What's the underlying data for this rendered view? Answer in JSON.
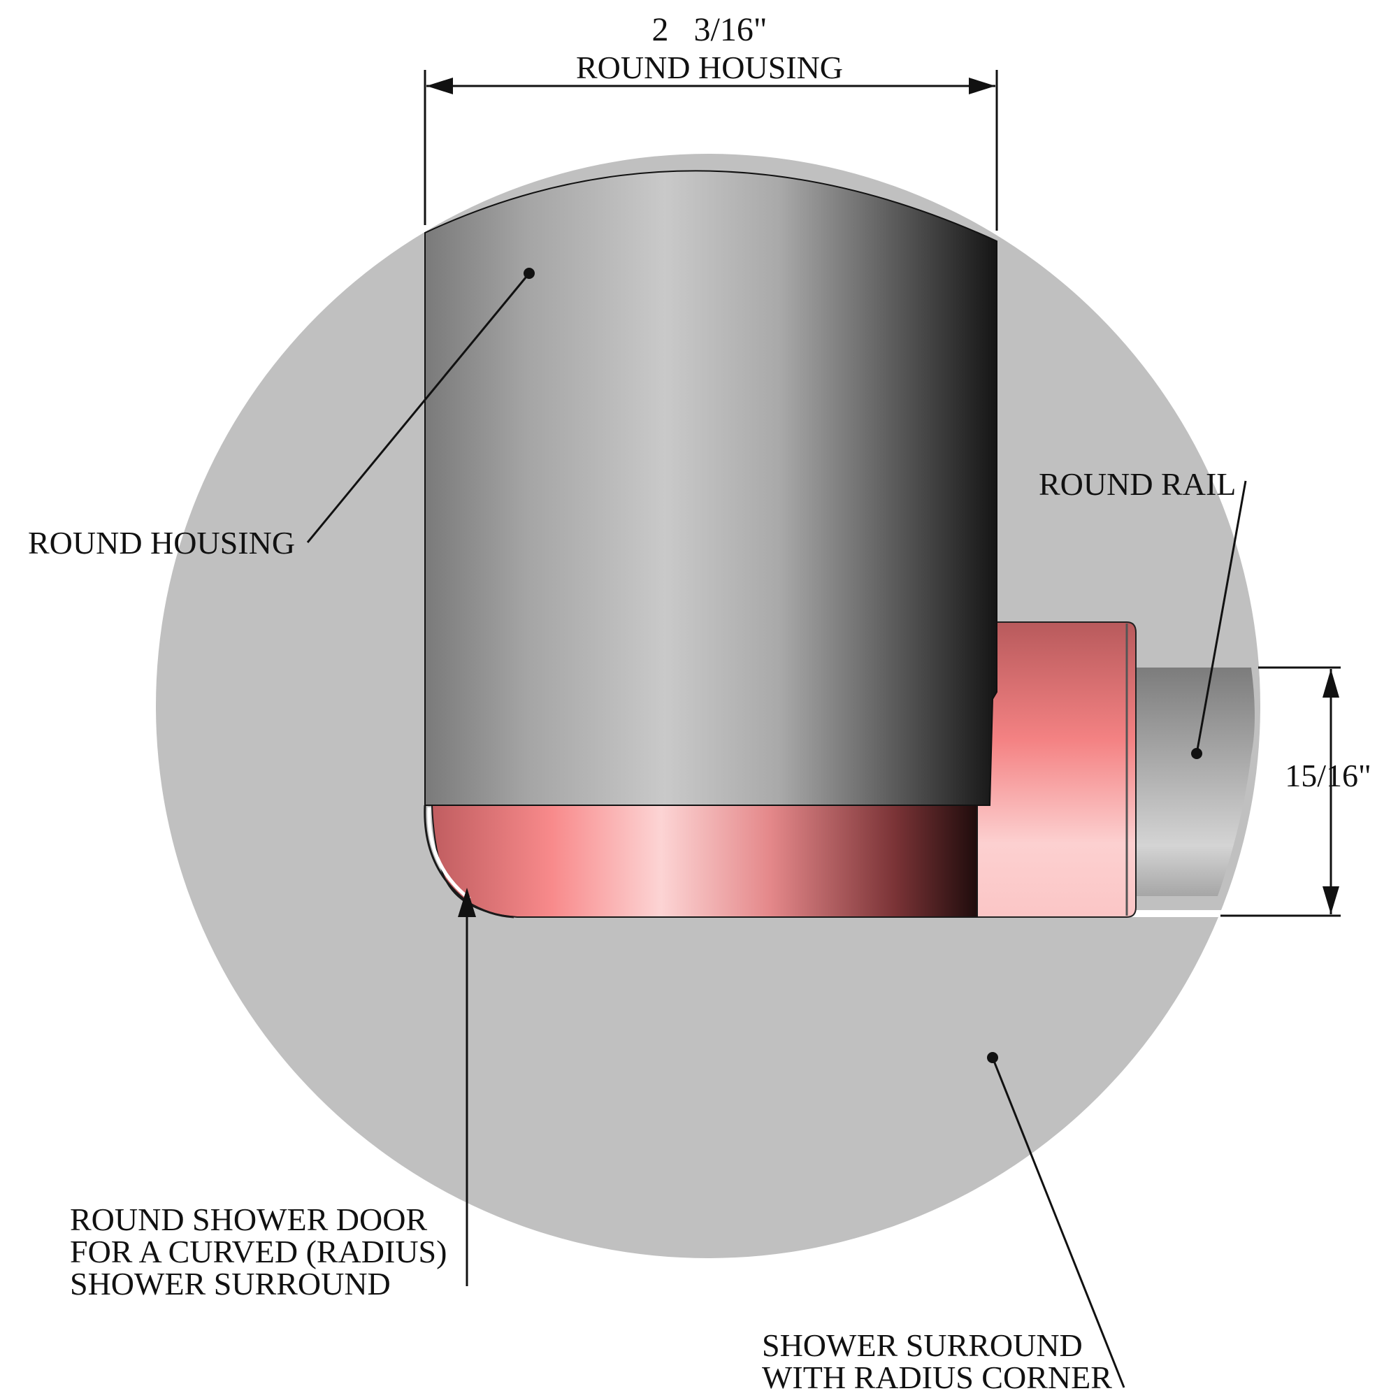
{
  "dimensions": {
    "width_value": "2   3/16\"",
    "width_label": "ROUND HOUSING",
    "height_value": "15/16\""
  },
  "callouts": {
    "round_housing": "ROUND HOUSING",
    "round_rail": "ROUND RAIL",
    "door_line1": "ROUND SHOWER DOOR",
    "door_line2": "FOR A CURVED (RADIUS)",
    "door_line3": "SHOWER SURROUND",
    "surround_line1": "SHOWER SURROUND",
    "surround_line2": "WITH RADIUS CORNER"
  },
  "colors": {
    "surround_gray": "#c0c0c0",
    "housing_dark": "#1a1a1a",
    "housing_light": "#c8c8c8",
    "door_pink": "#f47f80",
    "door_dark": "#2a1212",
    "line": "#111111"
  }
}
